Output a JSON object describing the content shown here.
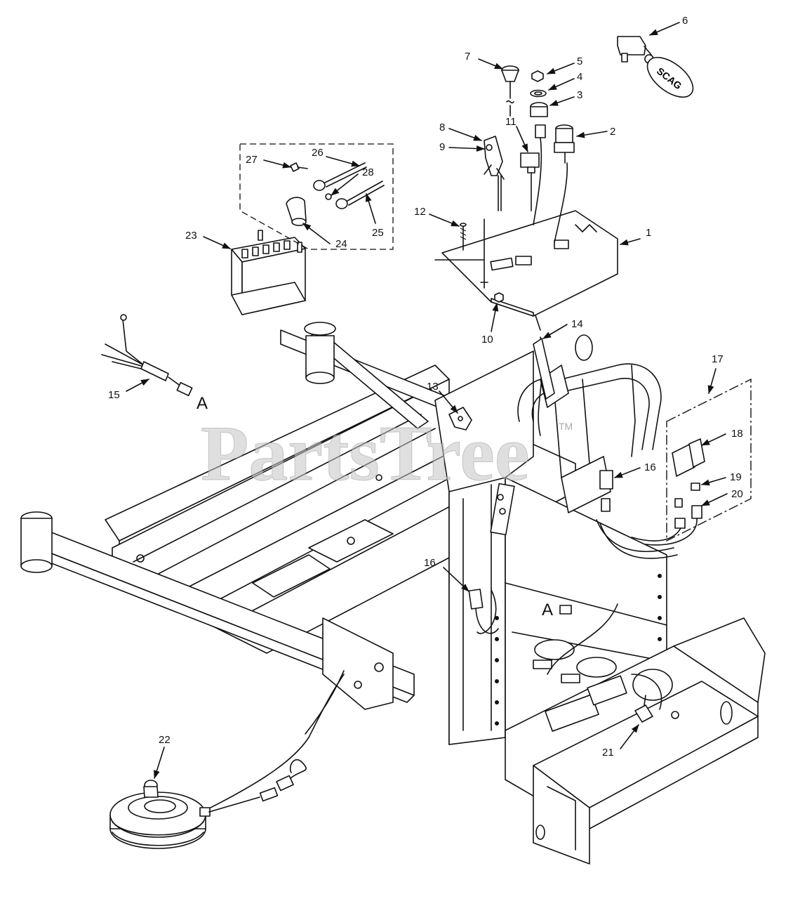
{
  "watermark": {
    "text": "PartsTree",
    "trademark": "TM"
  },
  "keychain_text": "SCAG",
  "connection_letter": "A",
  "callouts": [
    {
      "id": "c1",
      "label": "1"
    },
    {
      "id": "c2",
      "label": "2"
    },
    {
      "id": "c3",
      "label": "3"
    },
    {
      "id": "c4",
      "label": "4"
    },
    {
      "id": "c5",
      "label": "5"
    },
    {
      "id": "c6",
      "label": "6"
    },
    {
      "id": "c7",
      "label": "7"
    },
    {
      "id": "c8",
      "label": "8"
    },
    {
      "id": "c9",
      "label": "9"
    },
    {
      "id": "c10",
      "label": "10"
    },
    {
      "id": "c11",
      "label": "11"
    },
    {
      "id": "c12",
      "label": "12"
    },
    {
      "id": "c13",
      "label": "13"
    },
    {
      "id": "c14",
      "label": "14"
    },
    {
      "id": "c15",
      "label": "15"
    },
    {
      "id": "c16a",
      "label": "16"
    },
    {
      "id": "c16b",
      "label": "16"
    },
    {
      "id": "c17",
      "label": "17"
    },
    {
      "id": "c18",
      "label": "18"
    },
    {
      "id": "c19",
      "label": "19"
    },
    {
      "id": "c20",
      "label": "20"
    },
    {
      "id": "c21",
      "label": "21"
    },
    {
      "id": "c22",
      "label": "22"
    },
    {
      "id": "c23",
      "label": "23"
    },
    {
      "id": "c24",
      "label": "24"
    },
    {
      "id": "c25",
      "label": "25"
    },
    {
      "id": "c26",
      "label": "26"
    },
    {
      "id": "c27",
      "label": "27"
    },
    {
      "id": "c28",
      "label": "28"
    }
  ]
}
